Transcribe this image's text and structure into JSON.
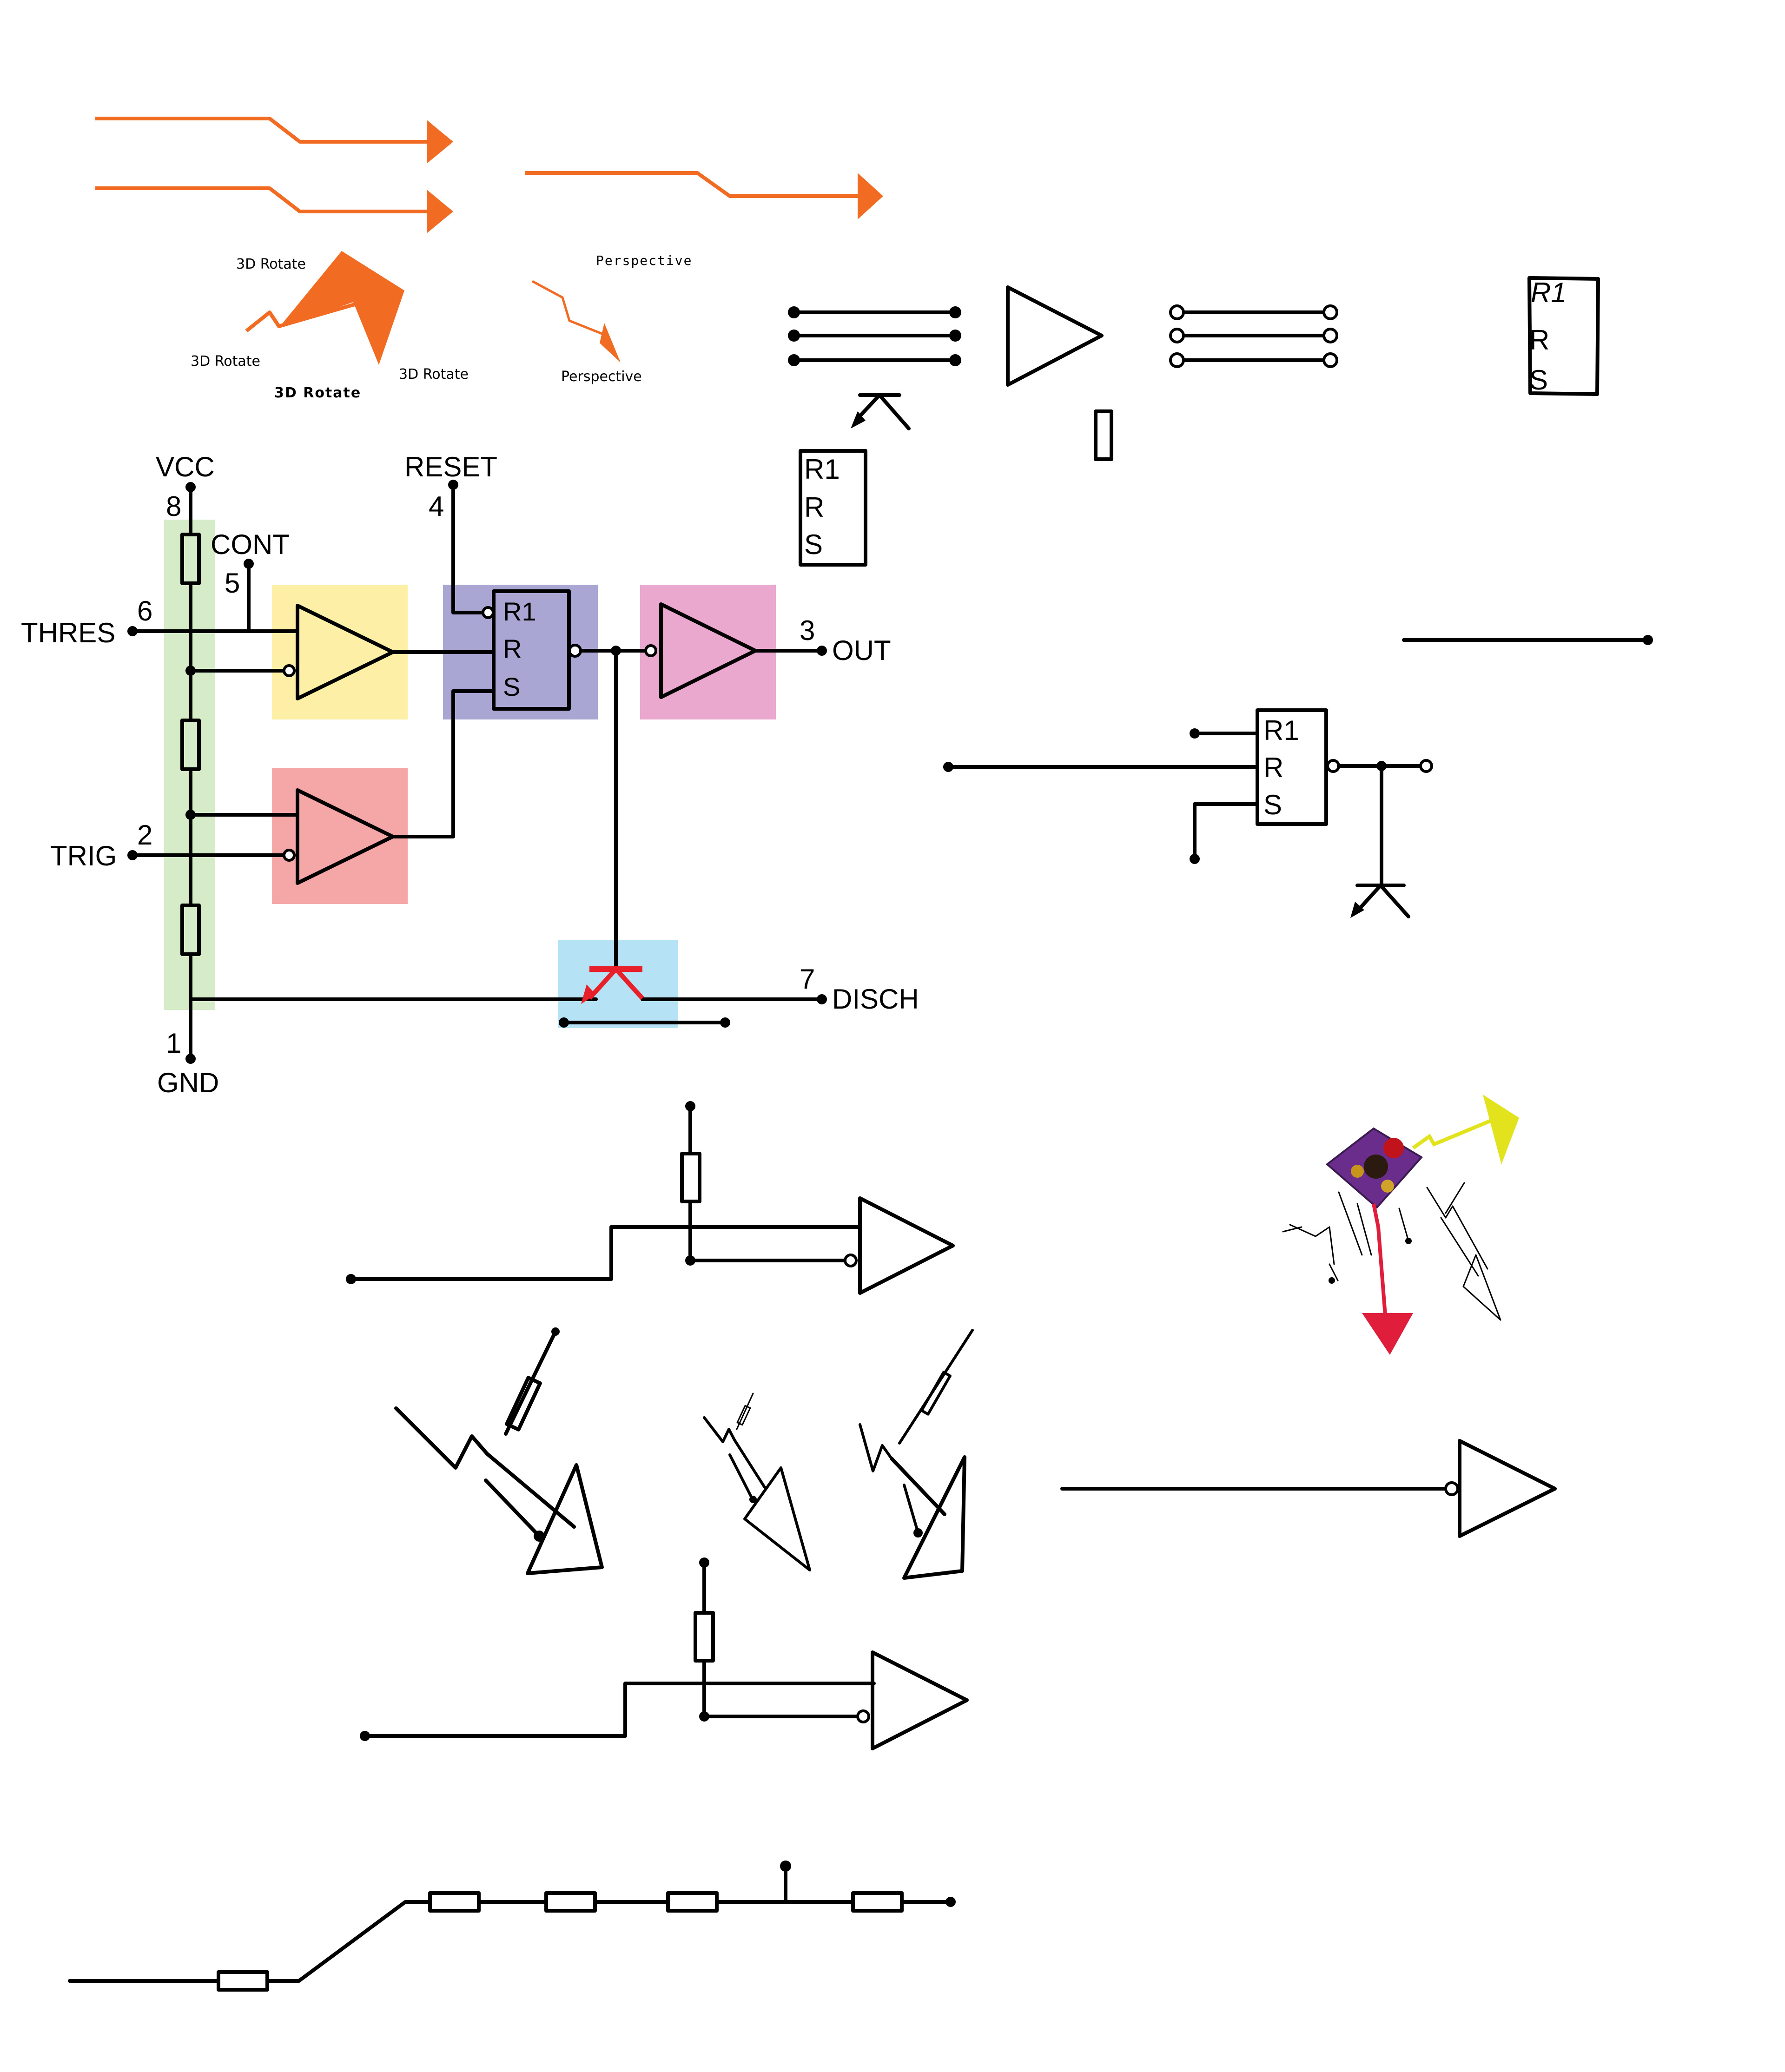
{
  "labels": {
    "rotate_1": "3D Rotate",
    "rotate_2": "3D Rotate",
    "rotate_3": "3D Rotate",
    "rotate_4": "3D Rotate",
    "perspective_1": "Perspective",
    "perspective_2": "Perspective"
  },
  "flipflop": {
    "r1": "R1",
    "r": "R",
    "s": "S"
  },
  "pins": {
    "vcc": "VCC",
    "vcc_num": "8",
    "reset": "RESET",
    "reset_num": "4",
    "cont": "CONT",
    "cont_num": "5",
    "thres": "THRES",
    "thres_num": "6",
    "trig": "TRIG",
    "trig_num": "2",
    "out": "OUT",
    "out_num": "3",
    "disch": "DISCH",
    "disch_num": "7",
    "gnd": "GND",
    "gnd_num": "1"
  },
  "colors": {
    "orange": "#f26b22",
    "green": "#d6ebc8",
    "yellow": "#fdf0a6",
    "purple": "#a9a6d3",
    "pink": "#eaa8cf",
    "red_block": "#f5a6a6",
    "blue": "#b5e2f5",
    "transistor_red": "#e8202a",
    "yellow_arrow": "#e3e31d",
    "red_arrow": "#e01e3c",
    "board_purple": "#6a2d8c"
  }
}
